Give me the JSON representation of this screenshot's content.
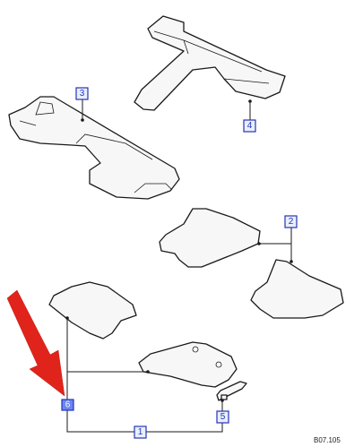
{
  "diagram_ref": "B07.105",
  "callouts": [
    {
      "id": "1",
      "label": "1"
    },
    {
      "id": "2",
      "label": "2"
    },
    {
      "id": "3",
      "label": "3"
    },
    {
      "id": "4",
      "label": "4"
    },
    {
      "id": "5",
      "label": "5"
    },
    {
      "id": "6",
      "label": "6",
      "highlighted": true
    }
  ],
  "colors": {
    "callout_border": "#2335b8",
    "callout_fill": "#e9eefc",
    "callout_highlight_fill": "#6b86f2",
    "pointer_arrow": "#e0241b",
    "line": "#1a1a1a"
  },
  "icons": [
    "red-pointer-arrow"
  ]
}
